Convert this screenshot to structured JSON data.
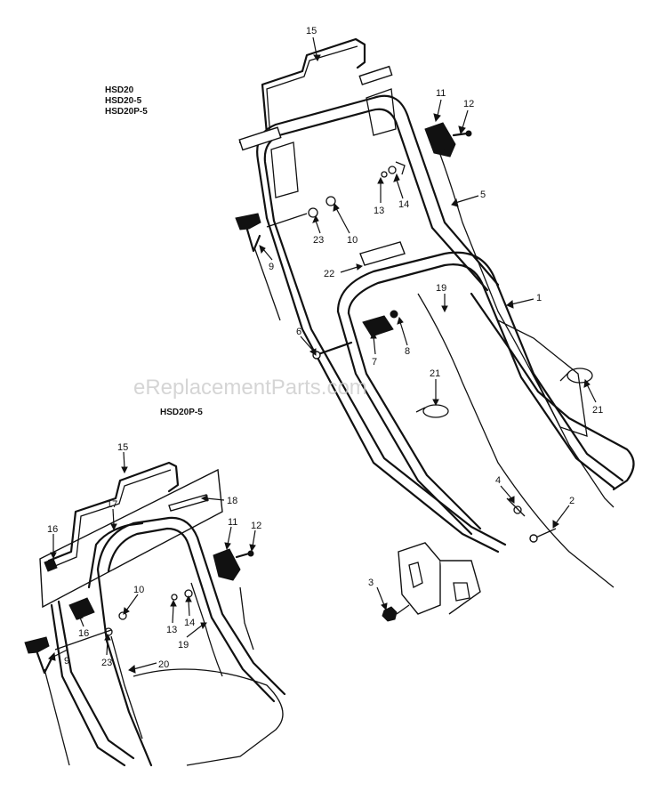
{
  "models_main": [
    "HSD20",
    "HSD20-5",
    "HSD20P-5"
  ],
  "model_inset": "HSD20P-5",
  "watermark": "eReplacementParts.com",
  "callouts_main": [
    "15",
    "11",
    "12",
    "5",
    "13",
    "14",
    "23",
    "10",
    "9",
    "22",
    "19",
    "1",
    "6",
    "7",
    "8",
    "21",
    "21",
    "4",
    "2",
    "3"
  ],
  "callouts_inset": [
    "15",
    "18",
    "17",
    "16",
    "11",
    "12",
    "10",
    "13",
    "14",
    "16",
    "23",
    "19",
    "20",
    "9"
  ],
  "colors": {
    "ink": "#111111",
    "watermark": "#c8c8c8",
    "background": "#ffffff"
  }
}
